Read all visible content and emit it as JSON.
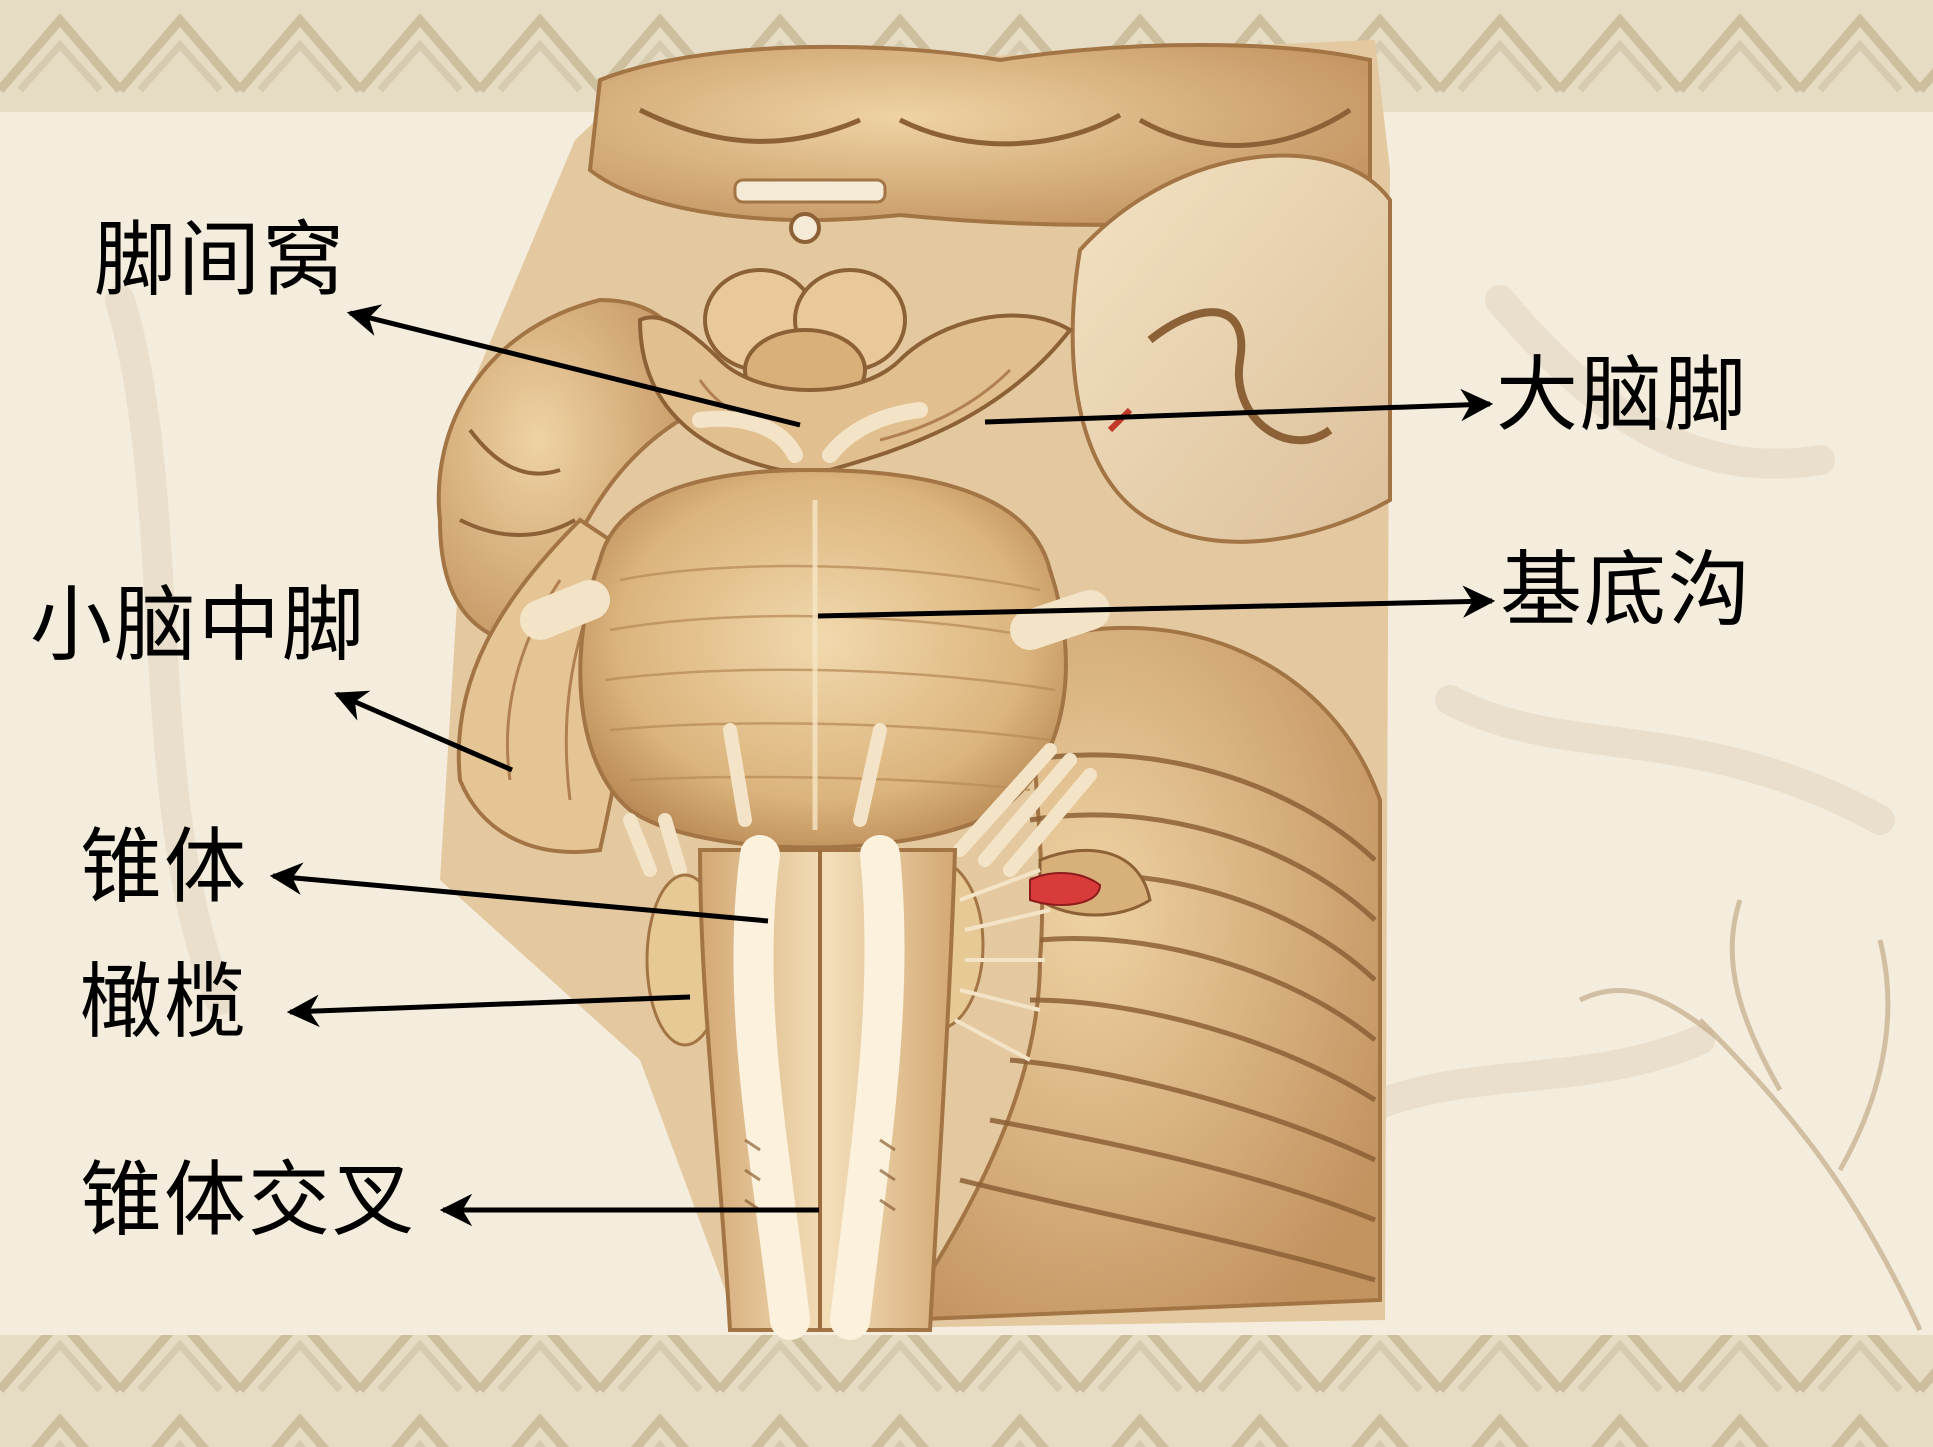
{
  "labels": {
    "interpeduncular_fossa": "脚间窝",
    "cerebral_peduncle": "大脑脚",
    "basilar_sulcus": "基底沟",
    "middle_cerebellar_peduncle": "小脑中脚",
    "pyramid": "锥体",
    "olive": "橄榄",
    "pyramidal_decussation": "锥体交叉"
  }
}
